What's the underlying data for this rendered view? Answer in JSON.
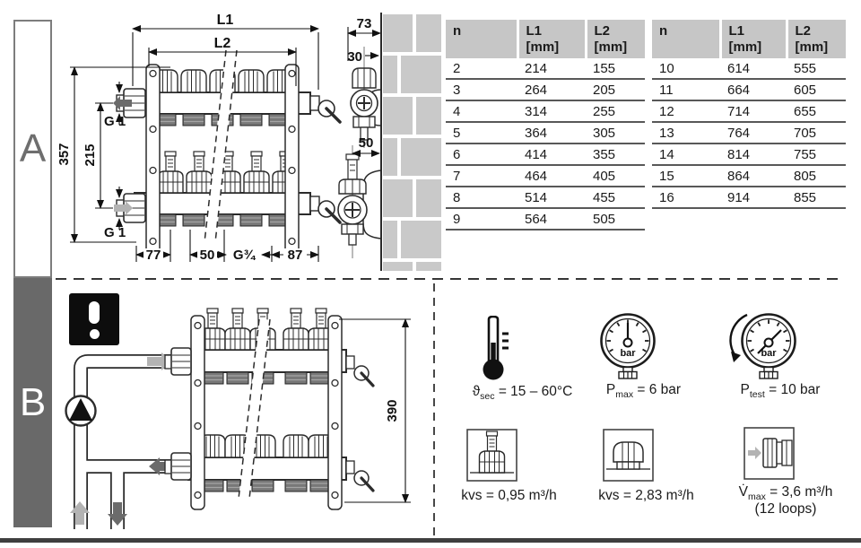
{
  "sidebar": {
    "section_a": "A",
    "section_b": "B"
  },
  "drawing_a": {
    "dim_l1": "L1",
    "dim_l2": "L2",
    "dim_height_total": "357",
    "dim_height_centers": "215",
    "label_g1_top": "G 1",
    "label_g1_bottom": "G 1",
    "dim_offset_left": "77",
    "dim_pitch": "50",
    "label_outlet_thread": "G¾",
    "dim_offset_right": "87",
    "side_view": {
      "dim_depth": "73",
      "dim_top_offset": "30",
      "dim_bottom_offset": "50"
    }
  },
  "tables": {
    "t1": {
      "headers": [
        "n",
        "L1\n[mm]",
        "L2\n[mm]"
      ],
      "rows": [
        [
          "2",
          "214",
          "155"
        ],
        [
          "3",
          "264",
          "205"
        ],
        [
          "4",
          "314",
          "255"
        ],
        [
          "5",
          "364",
          "305"
        ],
        [
          "6",
          "414",
          "355"
        ],
        [
          "7",
          "464",
          "405"
        ],
        [
          "8",
          "514",
          "455"
        ],
        [
          "9",
          "564",
          "505"
        ]
      ]
    },
    "t2": {
      "headers": [
        "n",
        "L1\n[mm]",
        "L2\n[mm]"
      ],
      "rows": [
        [
          "10",
          "614",
          "555"
        ],
        [
          "11",
          "664",
          "605"
        ],
        [
          "12",
          "714",
          "655"
        ],
        [
          "13",
          "764",
          "705"
        ],
        [
          "14",
          "814",
          "755"
        ],
        [
          "15",
          "864",
          "805"
        ],
        [
          "16",
          "914",
          "855"
        ]
      ]
    }
  },
  "drawing_b": {
    "dim_height": "390"
  },
  "specs": {
    "gauge_unit": "bar",
    "temp": {
      "sym": "ϑ",
      "sub": "sec",
      "value": " = 15 – 60°C"
    },
    "pmax": {
      "sym": "P",
      "sub": "max",
      "value": " = 6 bar"
    },
    "ptest": {
      "sym": "P",
      "sub": "test",
      "value": " = 10 bar"
    },
    "kvs_meter": {
      "text": "kvs = 0,95 m³/h"
    },
    "kvs_cap": {
      "text": "kvs = 2,83 m³/h"
    },
    "vmax": {
      "sym": "V̇",
      "sub": "max",
      "value": " = 3,6 m³/h",
      "note": "(12 loops)"
    }
  }
}
